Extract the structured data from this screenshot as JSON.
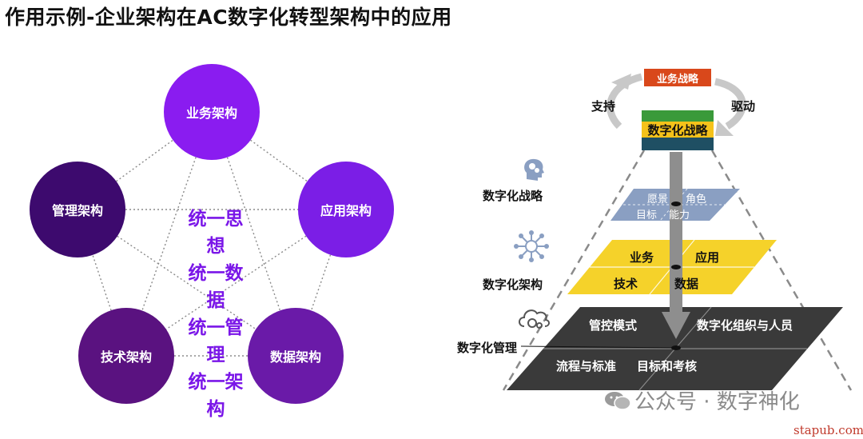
{
  "title": "作用示例-企业架构在AC数字化转型架构中的应用",
  "pentagon": {
    "nodes": {
      "business": "业务架构",
      "application": "应用架构",
      "data": "数据架构",
      "technology": "技术架构",
      "management": "管理架构"
    },
    "center_lines": [
      "统一思",
      "想",
      "统一数",
      "据",
      "统一管",
      "理",
      "统一架",
      "构"
    ],
    "colors": {
      "business": "#8a1cf0",
      "application": "#7b1ee6",
      "data": "#6a1aa8",
      "technology": "#5a1280",
      "management": "#3d0a6e",
      "slogan": "#7a16e8"
    }
  },
  "pyramid": {
    "business_strategy": "业务战略",
    "support": "支持",
    "drive": "驱动",
    "digital_strategy_box": "数字化战略",
    "levels": {
      "strategy": {
        "side_label": "数字化战略",
        "cells": [
          "愿景",
          "角色",
          "目标",
          "能力"
        ]
      },
      "architecture": {
        "side_label": "数字化架构",
        "cells": [
          "业务",
          "应用",
          "技术",
          "数据"
        ]
      },
      "management": {
        "side_label": "数字化管理",
        "cells": [
          "管控模式",
          "数字化组织与人员",
          "流程与标准",
          "目标和考核"
        ]
      }
    },
    "colors": {
      "business_strategy": "#d9481b",
      "green_band": "#3a9a3a",
      "yellow_band": "#f5c21a",
      "teal_band": "#1f4f63",
      "strategy_plane": "#8a9fc2",
      "architecture_plane": "#f5d22a",
      "management_plane": "#3a3a3a"
    },
    "icons": [
      "head-gears-icon",
      "network-hub-icon",
      "cloud-gears-icon"
    ]
  },
  "watermark": "公众号 · 数字神化",
  "site": "stapub.com"
}
